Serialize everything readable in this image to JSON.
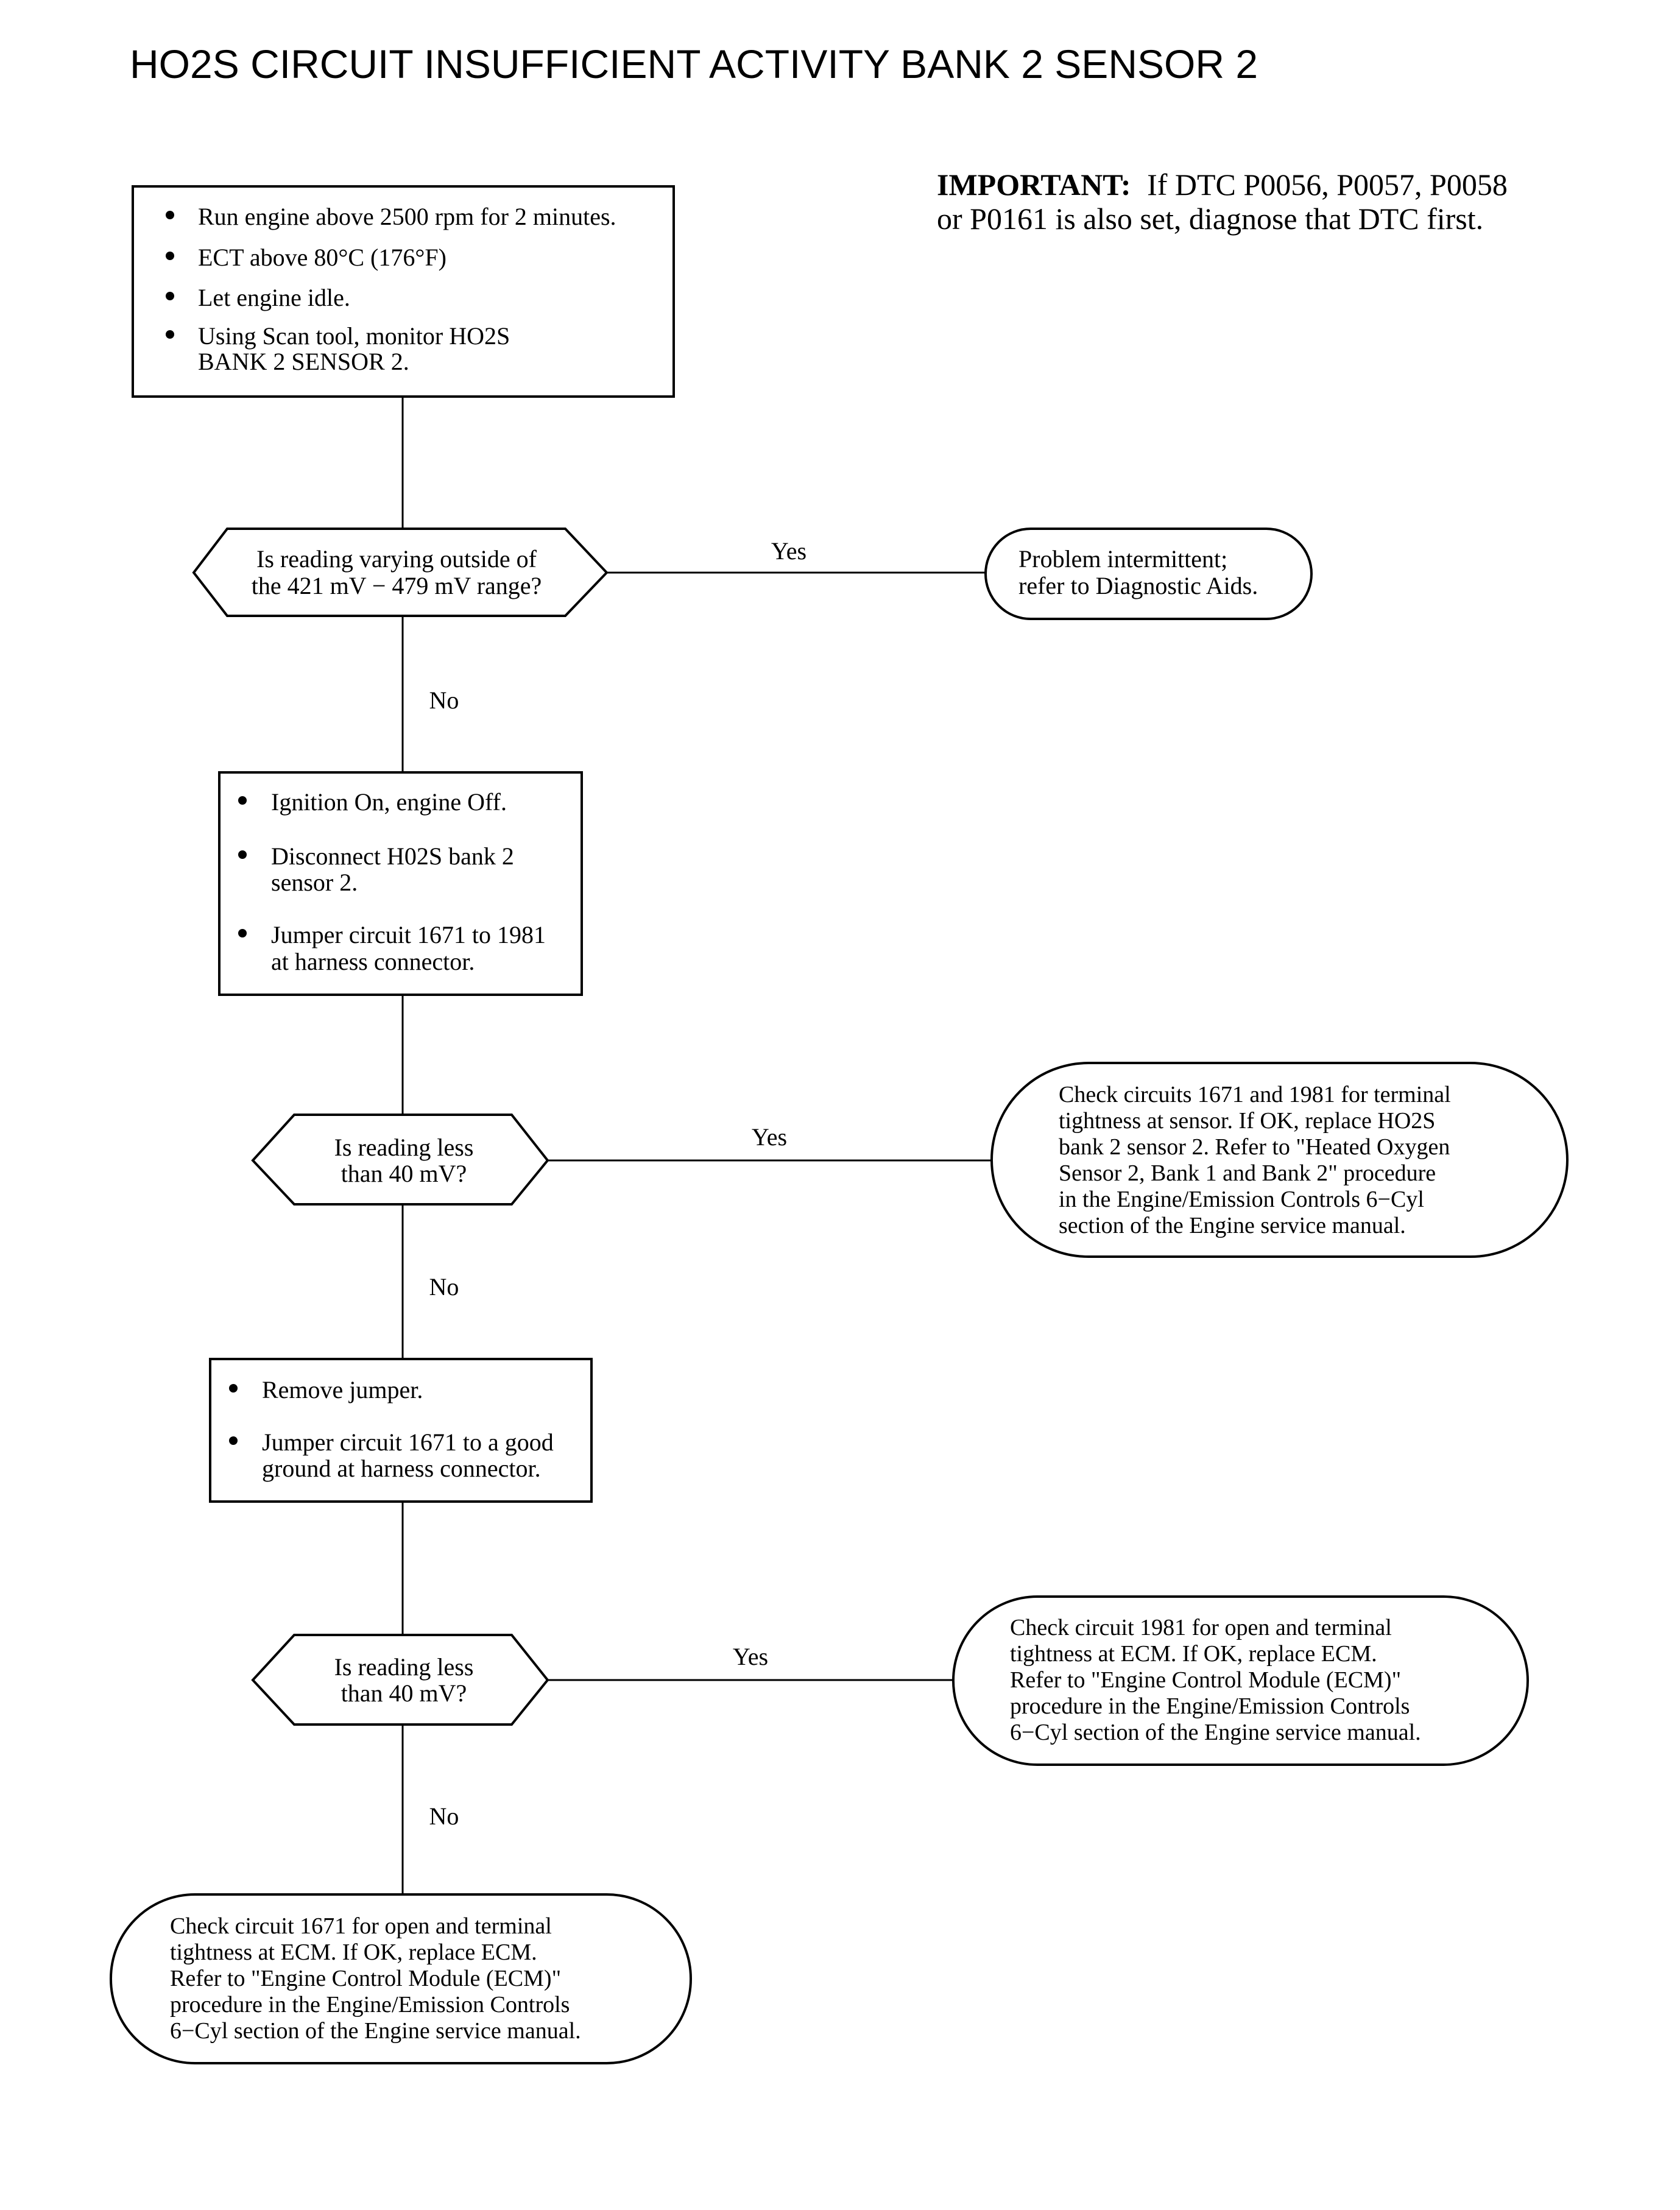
{
  "title": "HO2S CIRCUIT INSUFFICIENT ACTIVITY BANK 2 SENSOR 2",
  "important": {
    "label": "IMPORTANT:",
    "line1": "If DTC P0056, P0057, P0058",
    "line2": "or P0161 is also set, diagnose that DTC first."
  },
  "step1": {
    "bullets": [
      [
        "Run engine  above 2500 rpm for 2 minutes."
      ],
      [
        "ECT above 80°C (176°F)"
      ],
      [
        "Let engine idle."
      ],
      [
        "Using Scan tool, monitor HO2S",
        "BANK 2 SENSOR 2."
      ]
    ]
  },
  "decision1": {
    "lines": [
      "Is reading varying outside of",
      "the 421 mV − 479 mV range?"
    ]
  },
  "result1": {
    "lines": [
      "Problem intermittent;",
      "refer to Diagnostic Aids."
    ]
  },
  "step2": {
    "bullets": [
      [
        "Ignition On, engine Off."
      ],
      [
        "Disconnect H02S bank 2",
        "sensor 2."
      ],
      [
        "Jumper circuit 1671 to 1981",
        "at harness connector."
      ]
    ]
  },
  "decision2": {
    "lines": [
      "Is reading less",
      "than 40 mV?"
    ]
  },
  "result2": {
    "lines": [
      "Check circuits 1671 and 1981 for terminal",
      "tightness at sensor. If OK, replace HO2S",
      "bank 2 sensor 2. Refer to \"Heated Oxygen",
      "Sensor 2, Bank 1 and Bank 2\" procedure",
      "in the Engine/Emission Controls 6−Cyl",
      "section of the Engine service manual."
    ]
  },
  "step3": {
    "bullets": [
      [
        "Remove jumper."
      ],
      [
        "Jumper circuit 1671 to a good",
        "ground at harness connector."
      ]
    ]
  },
  "decision3": {
    "lines": [
      "Is reading less",
      "than 40 mV?"
    ]
  },
  "result3": {
    "lines": [
      "Check circuit 1981 for open and terminal",
      "tightness at ECM. If OK, replace ECM.",
      "Refer to \"Engine Control Module (ECM)\"",
      "procedure in the Engine/Emission Controls",
      "6−Cyl section of the Engine service manual."
    ]
  },
  "result4": {
    "lines": [
      "Check circuit 1671 for open and terminal",
      "tightness at ECM. If OK, replace ECM.",
      "Refer to \"Engine Control Module (ECM)\"",
      "procedure in the Engine/Emission Controls",
      "6−Cyl section of the Engine service manual."
    ]
  },
  "labels": {
    "yes": "Yes",
    "no": "No"
  }
}
